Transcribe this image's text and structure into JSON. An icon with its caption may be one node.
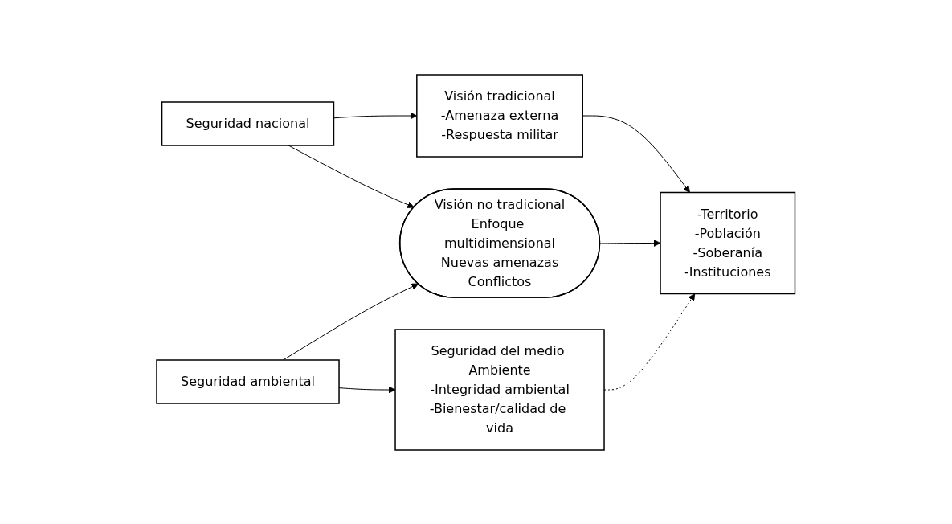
{
  "diagram": {
    "nodes": [
      {
        "text": [
          "Seguridad nacional"
        ]
      },
      {
        "text": [
          "Visión tradicional",
          "-Amenaza externa",
          "-Respuesta militar"
        ]
      },
      {
        "text": [
          "Visión no tradicional",
          "Enfoque multidimensional",
          "Nuevas amenazas",
          "Conflictos"
        ]
      },
      {
        "text": [
          "-Territorio",
          "-Población",
          "-Soberanía",
          "-Instituciones"
        ]
      },
      {
        "text": [
          "Seguridad ambiental"
        ]
      },
      {
        "text": [
          "Seguridad del medio Ambiente",
          "-Integridad ambiental",
          "-Bienestar/calidad de vida"
        ]
      }
    ],
    "edges": [
      {
        "from": 0,
        "to": 1,
        "arrow": "to"
      },
      {
        "from": 0,
        "to": 2,
        "arrow": "to"
      },
      {
        "from": 1,
        "to": 3,
        "arrow": "to"
      },
      {
        "from": 2,
        "to": 3,
        "arrow": "to"
      },
      {
        "from": 4,
        "to": 2,
        "arrow": "to"
      },
      {
        "from": 4,
        "to": 5,
        "arrow": "to"
      },
      {
        "from": 5,
        "to": 3,
        "arrow": "to",
        "style": "dashed"
      }
    ]
  }
}
